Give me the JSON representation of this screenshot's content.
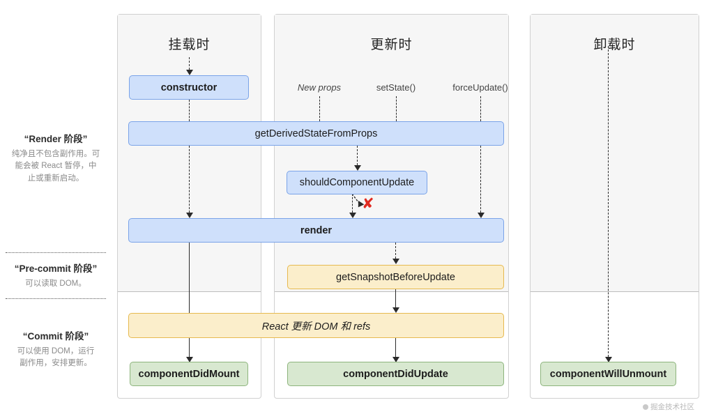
{
  "columns": [
    {
      "key": "mount",
      "title": "挂载时"
    },
    {
      "key": "update",
      "title": "更新时"
    },
    {
      "key": "unmount",
      "title": "卸载时"
    }
  ],
  "phases": [
    {
      "key": "render",
      "title": "“Render 阶段”",
      "desc": "纯净且不包含副作用。可能会被 React 暂停，中止或重新启动。"
    },
    {
      "key": "pre-commit",
      "title": "“Pre-commit 阶段”",
      "desc": "可以读取 DOM。"
    },
    {
      "key": "commit",
      "title": "“Commit 阶段”",
      "desc": "可以使用 DOM，运行副作用，安排更新。"
    }
  ],
  "triggers": [
    {
      "key": "new-props",
      "label": "New props"
    },
    {
      "key": "set-state",
      "label": "setState()"
    },
    {
      "key": "force-update",
      "label": "forceUpdate()"
    }
  ],
  "boxes": [
    {
      "key": "constructor",
      "label": "constructor"
    },
    {
      "key": "get-derived-state",
      "label": "getDerivedStateFromProps"
    },
    {
      "key": "should-component-update",
      "label": "shouldComponentUpdate"
    },
    {
      "key": "render",
      "label": "render"
    },
    {
      "key": "get-snapshot",
      "label": "getSnapshotBeforeUpdate"
    },
    {
      "key": "react-updates-dom",
      "label": "React 更新 DOM 和 refs"
    },
    {
      "key": "component-did-mount",
      "label": "componentDidMount"
    },
    {
      "key": "component-did-update",
      "label": "componentDidUpdate"
    },
    {
      "key": "component-will-unmount",
      "label": "componentWillUnmount"
    }
  ],
  "skip_marker": {
    "key": "skip-render",
    "glyph": "✘"
  },
  "watermark": {
    "text": "掘金技术社区"
  },
  "colors": {
    "blue_fill": "#cfe0fb",
    "blue_border": "#7aa3e8",
    "yellow_fill": "#fbeecb",
    "yellow_border": "#e6b94f",
    "green_fill": "#d8e8d0",
    "green_border": "#8db47c",
    "band": "#f6f6f6",
    "skip_red": "#e02b21"
  }
}
